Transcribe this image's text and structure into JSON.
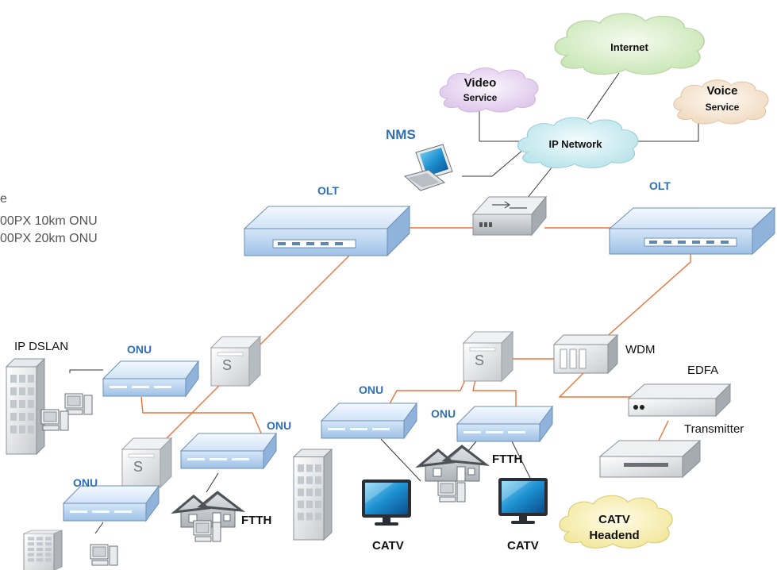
{
  "legend": {
    "heading_fragment": "e",
    "line1": "00PX 10km ONU",
    "line2": "00PX 20km ONU"
  },
  "clouds": {
    "internet": "Internet",
    "video_l1": "Video",
    "video_l2": "Service",
    "voice_l1": "Voice",
    "voice_l2": "Service",
    "ip_network": "IP Network",
    "catv_l1": "CATV",
    "catv_l2": "Headend"
  },
  "labels": {
    "nms": "NMS",
    "olt_left": "OLT",
    "olt_right": "OLT",
    "ip_dslan": "IP DSLAN",
    "onu_1": "ONU",
    "onu_2": "ONU",
    "onu_3": "ONU",
    "onu_4": "ONU",
    "onu_5": "ONU",
    "ftth_1": "FTTH",
    "ftth_2": "FTTH",
    "catv_1": "CATV",
    "catv_2": "CATV",
    "wdm": "WDM",
    "edfa": "EDFA",
    "transmitter": "Transmitter",
    "splitter": "S"
  },
  "colors": {
    "fiber": "#e8743b",
    "link": "#333333",
    "device_top": "#e3eef9",
    "device_front": "#b9d3ee",
    "label_blue": "#2f6fb3"
  }
}
